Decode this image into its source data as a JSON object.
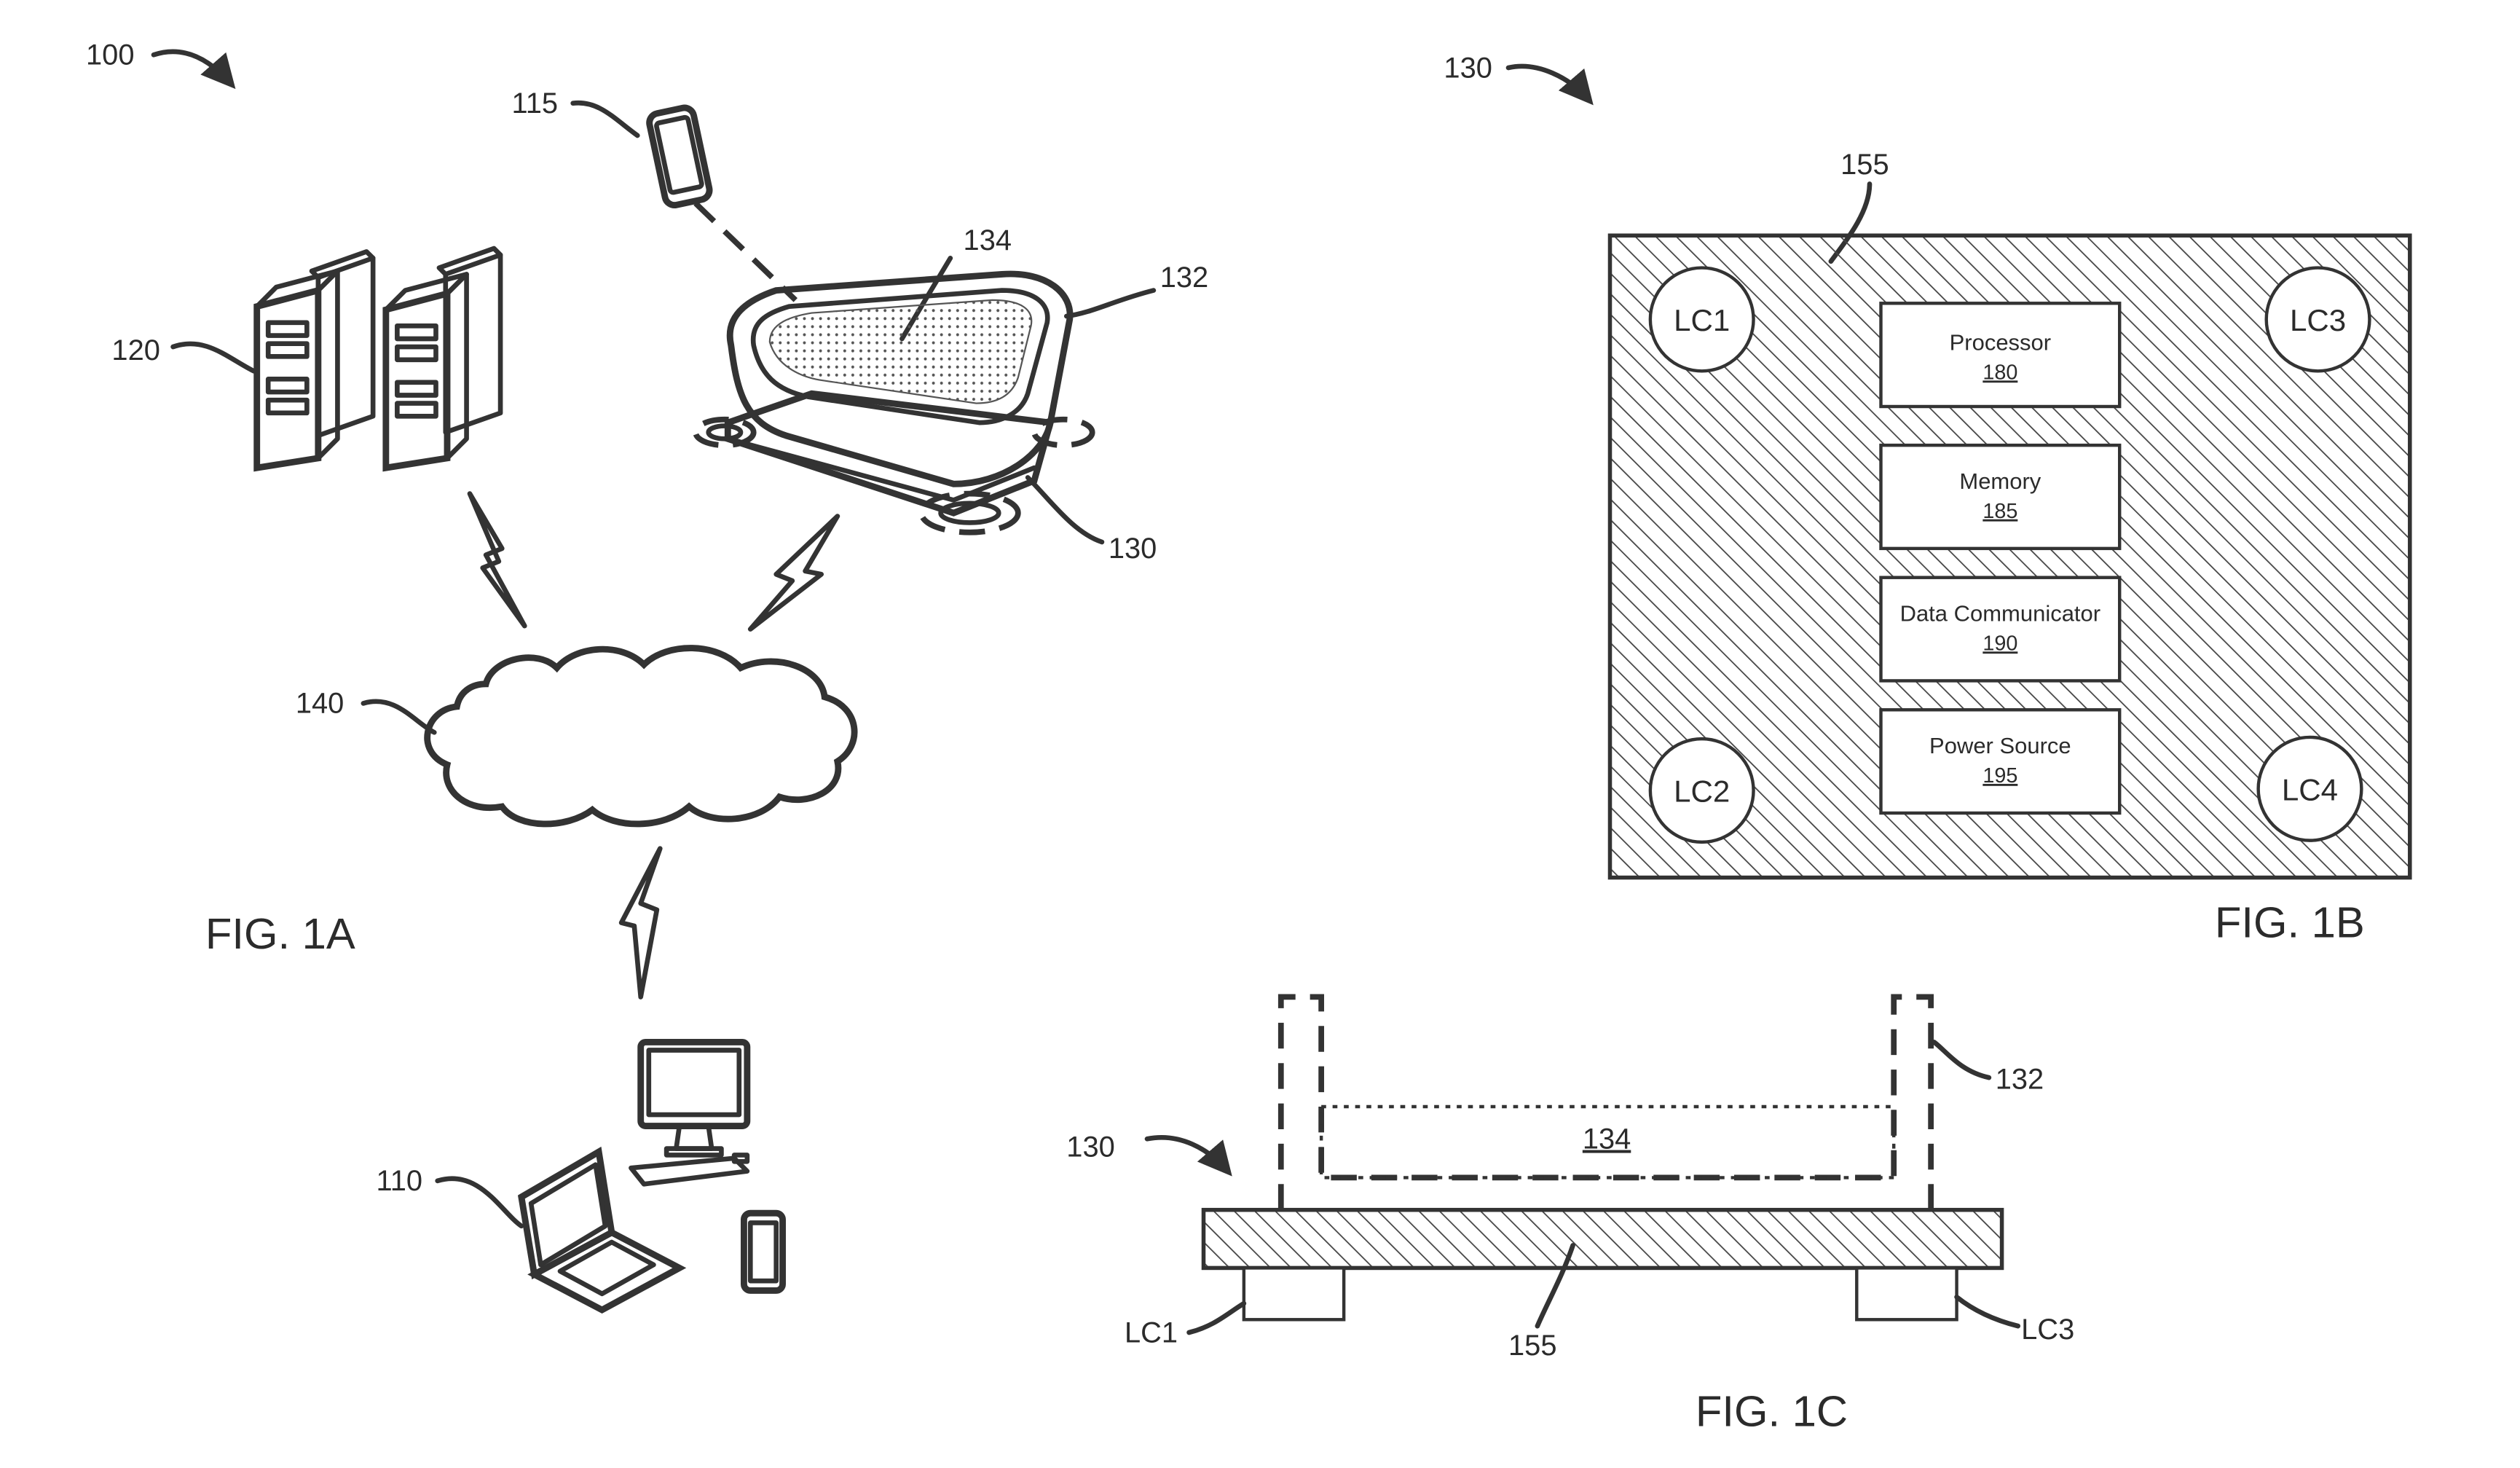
{
  "fig1a": {
    "caption": "FIG. 1A",
    "ref_system": "100",
    "ref_user_device": "110",
    "ref_mobile": "115",
    "ref_servers": "120",
    "ref_scale": "130",
    "ref_tray": "132",
    "ref_litter": "134",
    "ref_network": "140"
  },
  "fig1b": {
    "caption": "FIG. 1B",
    "ref_scale": "130",
    "ref_plate": "155",
    "load_cells": [
      "LC1",
      "LC2",
      "LC3",
      "LC4"
    ],
    "components": [
      {
        "title": "Processor",
        "number": "180"
      },
      {
        "title": "Memory",
        "number": "185"
      },
      {
        "title": "Data Communicator",
        "number": "190"
      },
      {
        "title": "Power Source",
        "number": "195"
      }
    ]
  },
  "fig1c": {
    "caption": "FIG. 1C",
    "ref_scale": "130",
    "ref_tray": "132",
    "ref_litter": "134",
    "ref_plate": "155",
    "lc_left": "LC1",
    "lc_right": "LC3"
  }
}
